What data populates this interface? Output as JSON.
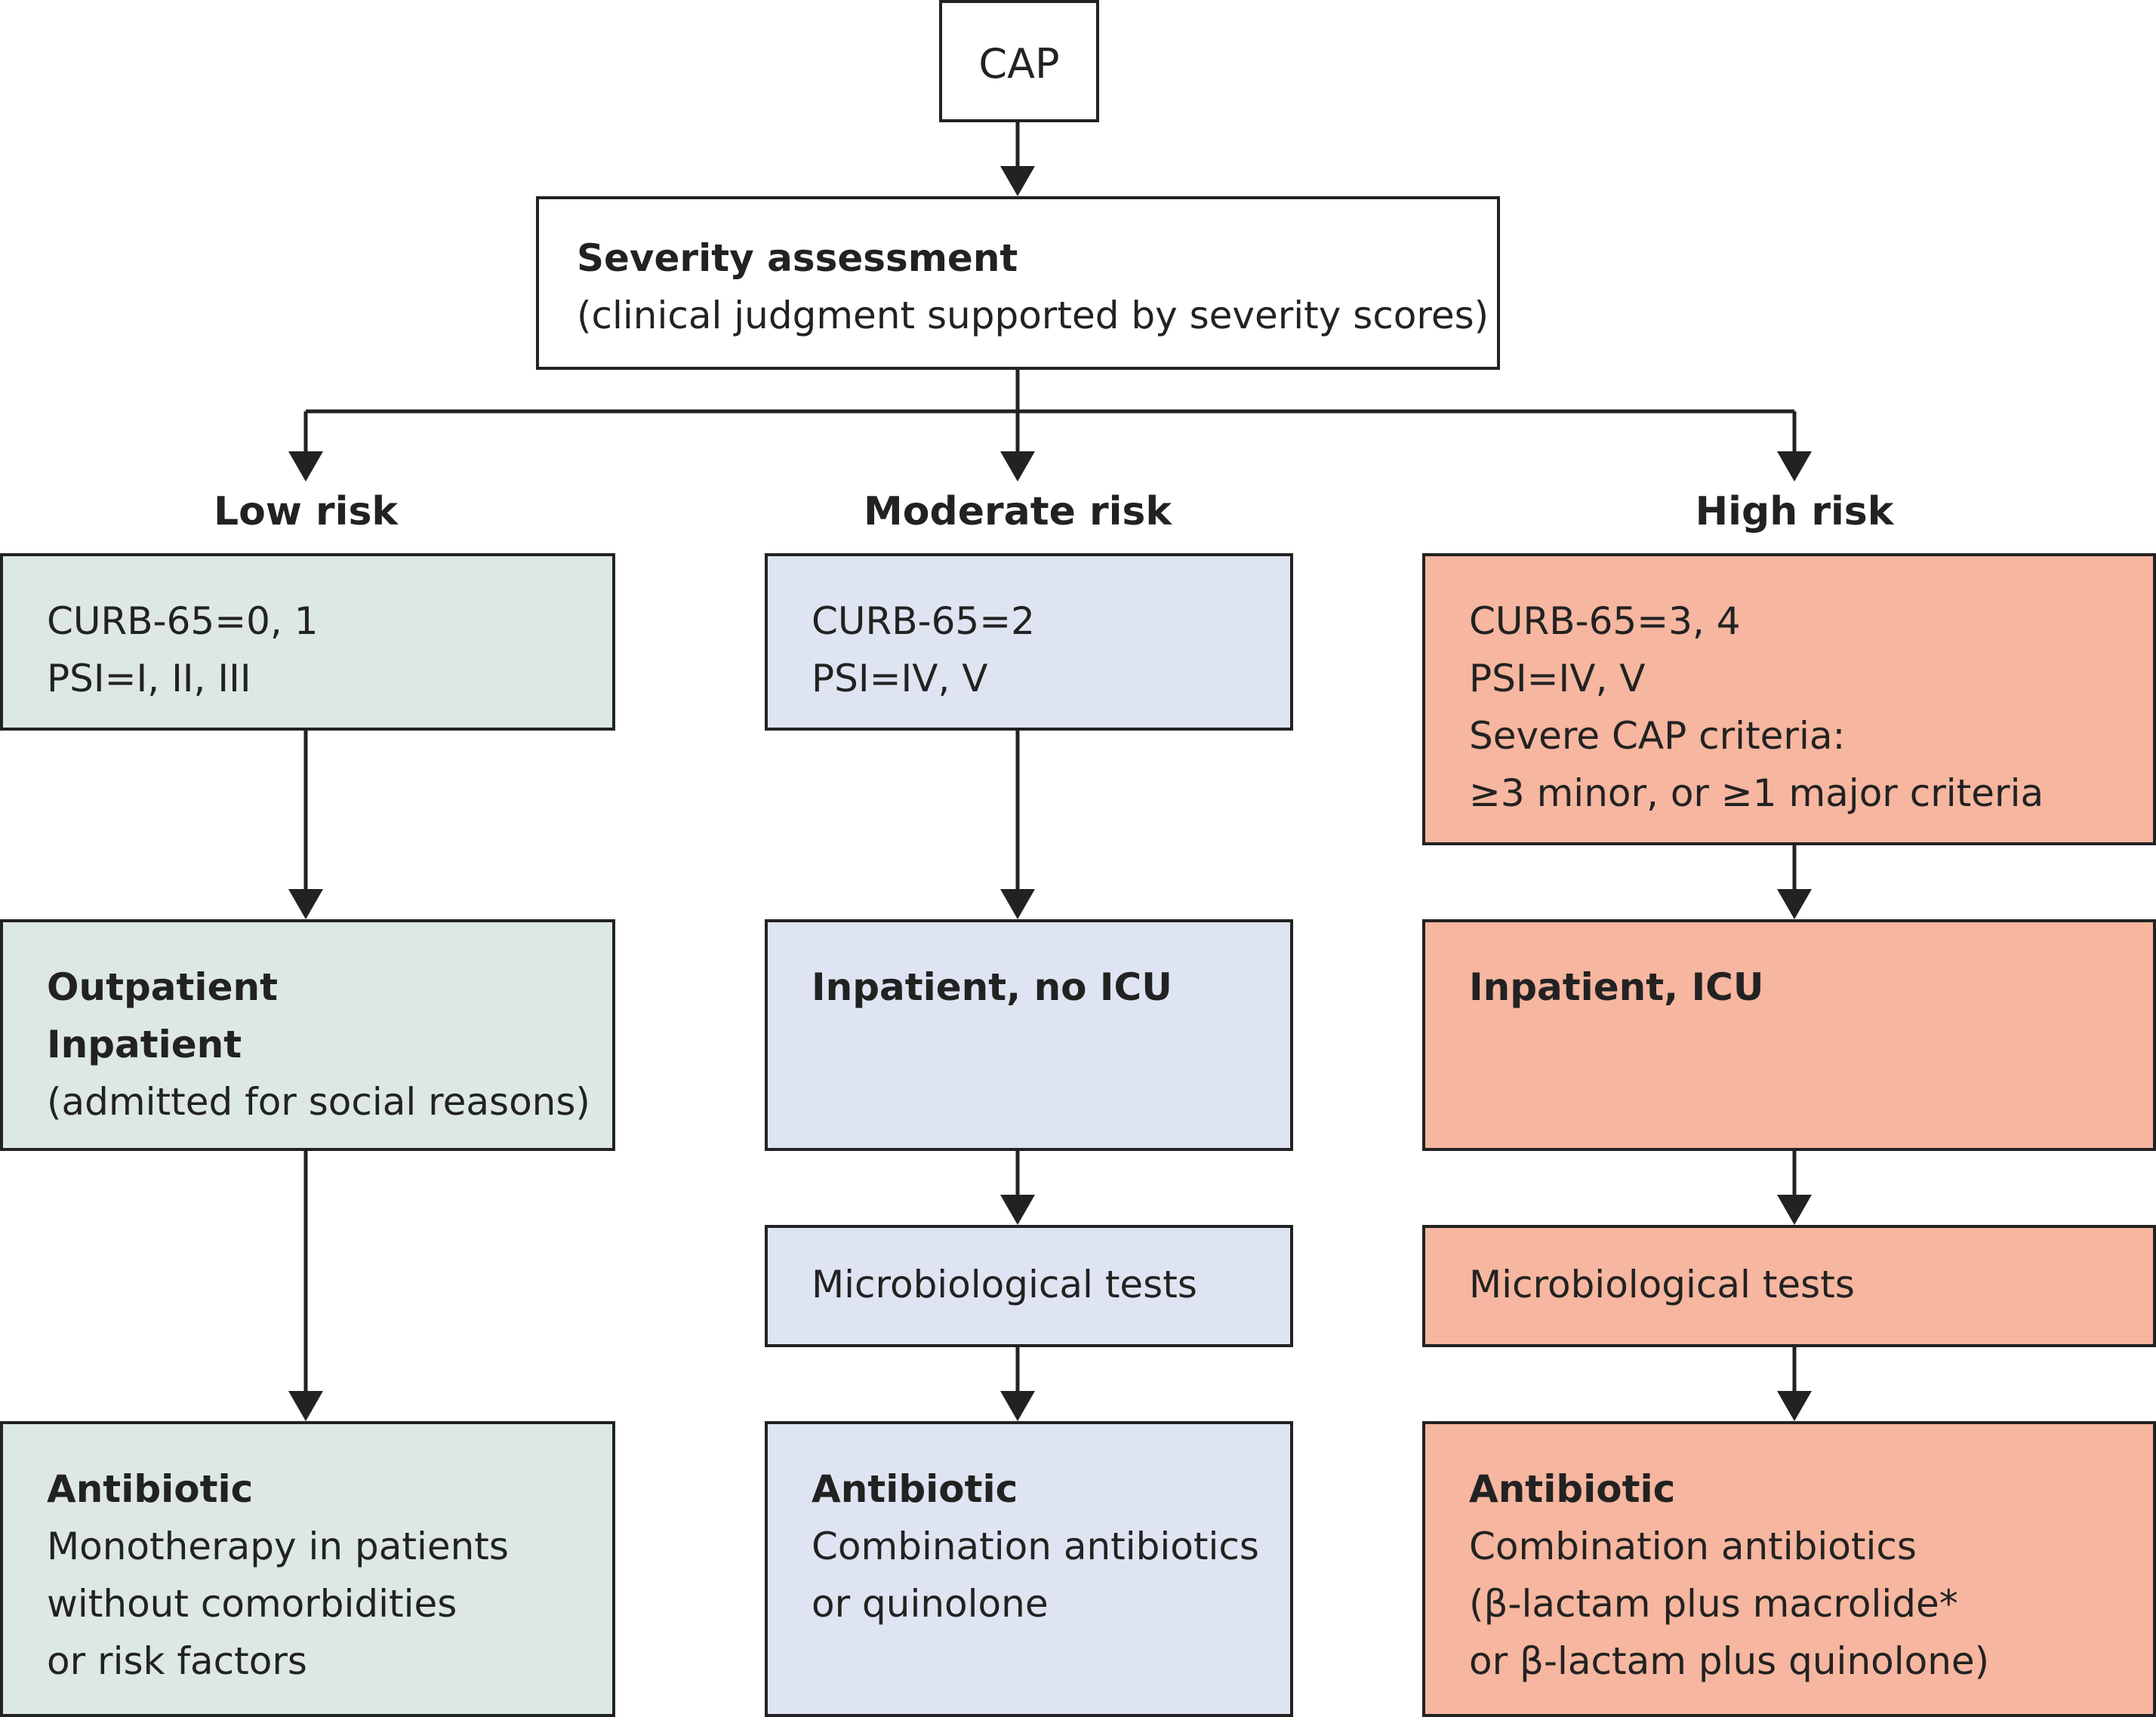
{
  "diagram": {
    "start": {
      "label": "CAP"
    },
    "severity": {
      "title": "Severity assessment",
      "subtitle": "(clinical judgment supported by severity scores)"
    },
    "columns": [
      {
        "id": "low",
        "risk_label": "Low risk",
        "criteria": [
          "CURB-65=0, 1",
          "PSI=I, II, III"
        ],
        "setting": {
          "lines": [
            "Outpatient",
            "Inpatient",
            "(admitted for social reasons)"
          ]
        },
        "antibiotic": {
          "title": "Antibiotic",
          "lines": [
            "Monotherapy in patients",
            "without comorbidities",
            "or risk factors"
          ]
        },
        "color": "#dde8e4"
      },
      {
        "id": "moderate",
        "risk_label": "Moderate risk",
        "criteria": [
          "CURB-65=2",
          "PSI=IV, V"
        ],
        "setting": {
          "lines": [
            "Inpatient, no ICU"
          ]
        },
        "tests": "Microbiological tests",
        "antibiotic": {
          "title": "Antibiotic",
          "lines": [
            "Combination antibiotics",
            "or quinolone"
          ]
        },
        "color": "#dfe4f2"
      },
      {
        "id": "high",
        "risk_label": "High risk",
        "criteria": [
          "CURB-65=3, 4",
          "PSI=IV, V",
          "Severe CAP criteria:",
          "≥3 minor, or ≥1 major criteria"
        ],
        "setting": {
          "lines": [
            "Inpatient, ICU"
          ]
        },
        "tests": "Microbiological tests",
        "antibiotic": {
          "title": "Antibiotic",
          "lines": [
            "Combination antibiotics",
            "(β-lactam plus macrolide*",
            "or β-lactam plus quinolone)"
          ]
        },
        "color": "#f6b69f"
      }
    ]
  }
}
